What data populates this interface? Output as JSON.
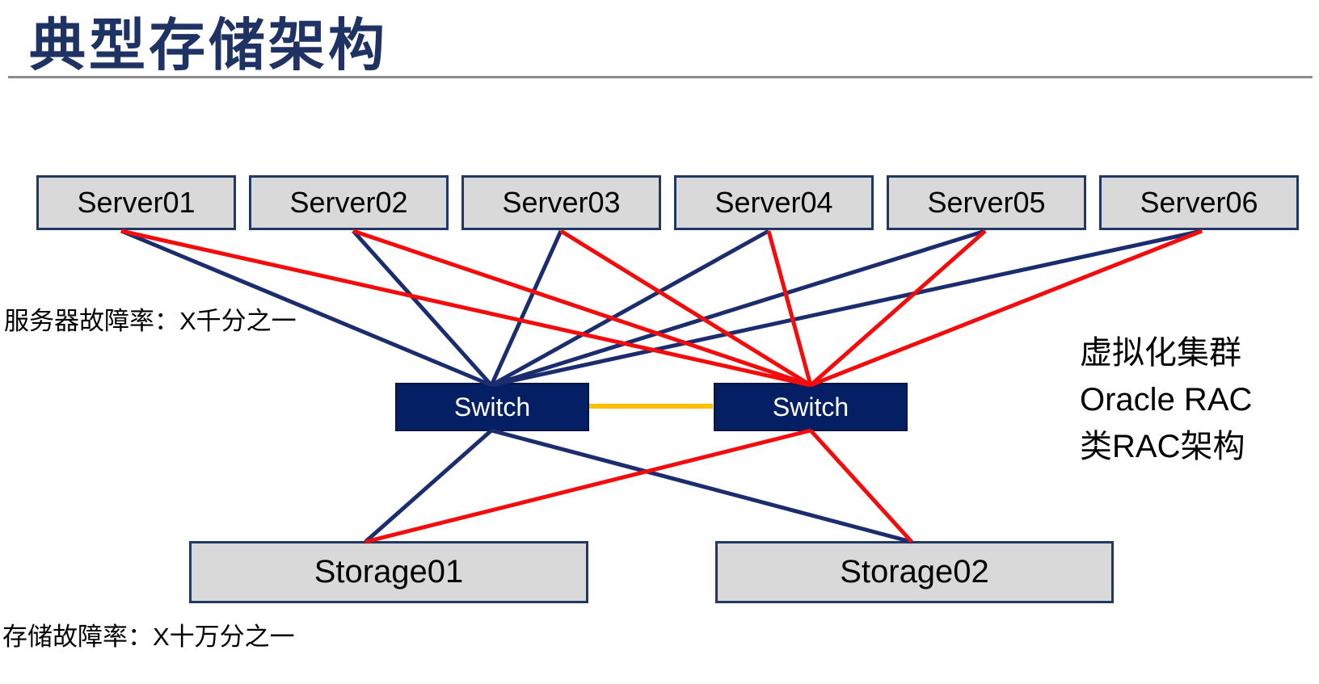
{
  "title": "典型存储架构",
  "servers": [
    "Server01",
    "Server02",
    "Server03",
    "Server04",
    "Server05",
    "Server06"
  ],
  "switches": [
    "Switch",
    "Switch"
  ],
  "storages": [
    "Storage01",
    "Storage02"
  ],
  "annotations": {
    "server_rate": "服务器故障率：X千分之一",
    "storage_rate": "存储故障率：X十万分之一",
    "cluster": [
      "虚拟化集群",
      "Oracle RAC",
      "类RAC架构"
    ]
  },
  "colors": {
    "navy": "#1b2d6e",
    "red": "#f40b0b",
    "orange": "#ffc000",
    "box_border": "#1f3864",
    "box_fill": "#d9d9d9",
    "switch_fill": "#041f63",
    "title": "#1f3264"
  },
  "connections": [
    {
      "from": "server-1",
      "to": "switch-left",
      "color": "navy"
    },
    {
      "from": "server-2",
      "to": "switch-left",
      "color": "navy"
    },
    {
      "from": "server-3",
      "to": "switch-left",
      "color": "navy"
    },
    {
      "from": "server-4",
      "to": "switch-left",
      "color": "navy"
    },
    {
      "from": "server-5",
      "to": "switch-left",
      "color": "navy"
    },
    {
      "from": "server-6",
      "to": "switch-left",
      "color": "navy"
    },
    {
      "from": "switch-left",
      "to": "storage-1",
      "color": "navy"
    },
    {
      "from": "switch-left",
      "to": "storage-2",
      "color": "navy"
    },
    {
      "from": "server-1",
      "to": "switch-right",
      "color": "red"
    },
    {
      "from": "server-2",
      "to": "switch-right",
      "color": "red"
    },
    {
      "from": "server-3",
      "to": "switch-right",
      "color": "red"
    },
    {
      "from": "server-4",
      "to": "switch-right",
      "color": "red"
    },
    {
      "from": "server-5",
      "to": "switch-right",
      "color": "red"
    },
    {
      "from": "server-6",
      "to": "switch-right",
      "color": "red"
    },
    {
      "from": "switch-right",
      "to": "storage-1",
      "color": "red"
    },
    {
      "from": "switch-right",
      "to": "storage-2",
      "color": "red"
    },
    {
      "from": "switch-left",
      "to": "switch-right",
      "color": "orange"
    }
  ]
}
